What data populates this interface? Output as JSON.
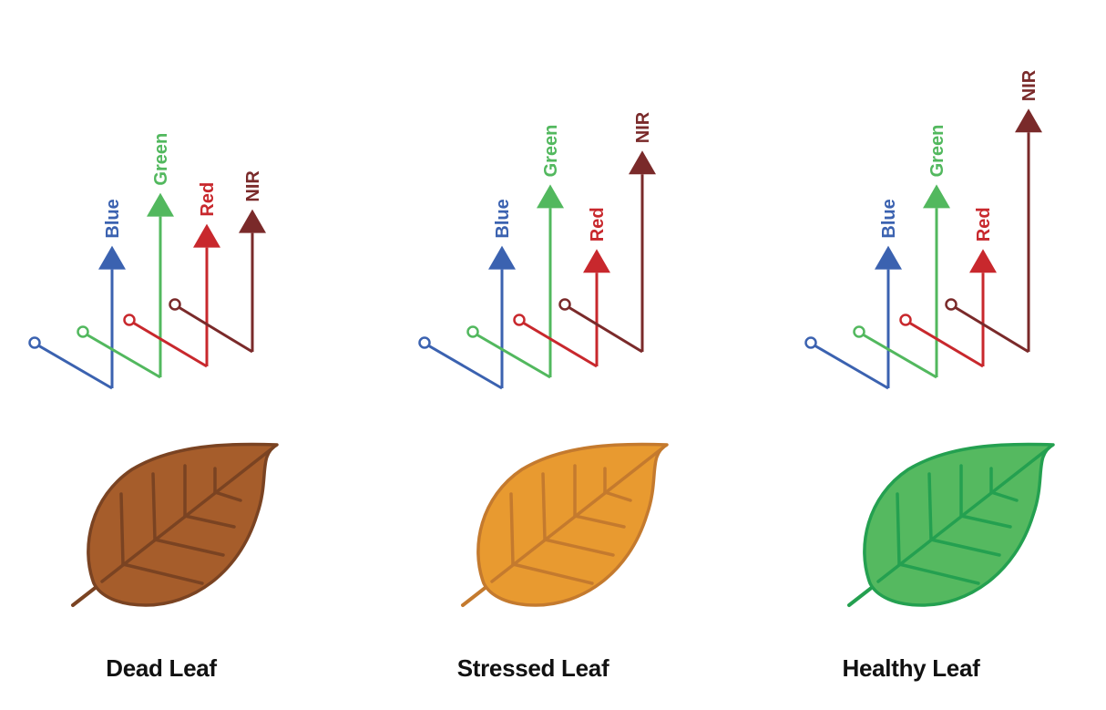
{
  "colors": {
    "Blue": "#3b62b0",
    "Green": "#52b85e",
    "Red": "#c8282d",
    "NIR": "#7a2a2a"
  },
  "bands": [
    "Blue",
    "Green",
    "Red",
    "NIR"
  ],
  "panels": [
    {
      "caption": "Dead Leaf",
      "leaf_fill": "#a65d2b",
      "leaf_stroke": "#7a4322",
      "reflectance": {
        "Blue": 0.34,
        "Green": 0.44,
        "Red": 0.34,
        "NIR": 0.34
      }
    },
    {
      "caption": "Stressed Leaf",
      "leaf_fill": "#e89a30",
      "leaf_stroke": "#c47a2e",
      "reflectance": {
        "Blue": 0.34,
        "Green": 0.46,
        "Red": 0.28,
        "NIR": 0.48
      }
    },
    {
      "caption": "Healthy Leaf",
      "leaf_fill": "#55b960",
      "leaf_stroke": "#24a050",
      "reflectance": {
        "Blue": 0.34,
        "Green": 0.46,
        "Red": 0.28,
        "NIR": 0.58
      }
    }
  ]
}
